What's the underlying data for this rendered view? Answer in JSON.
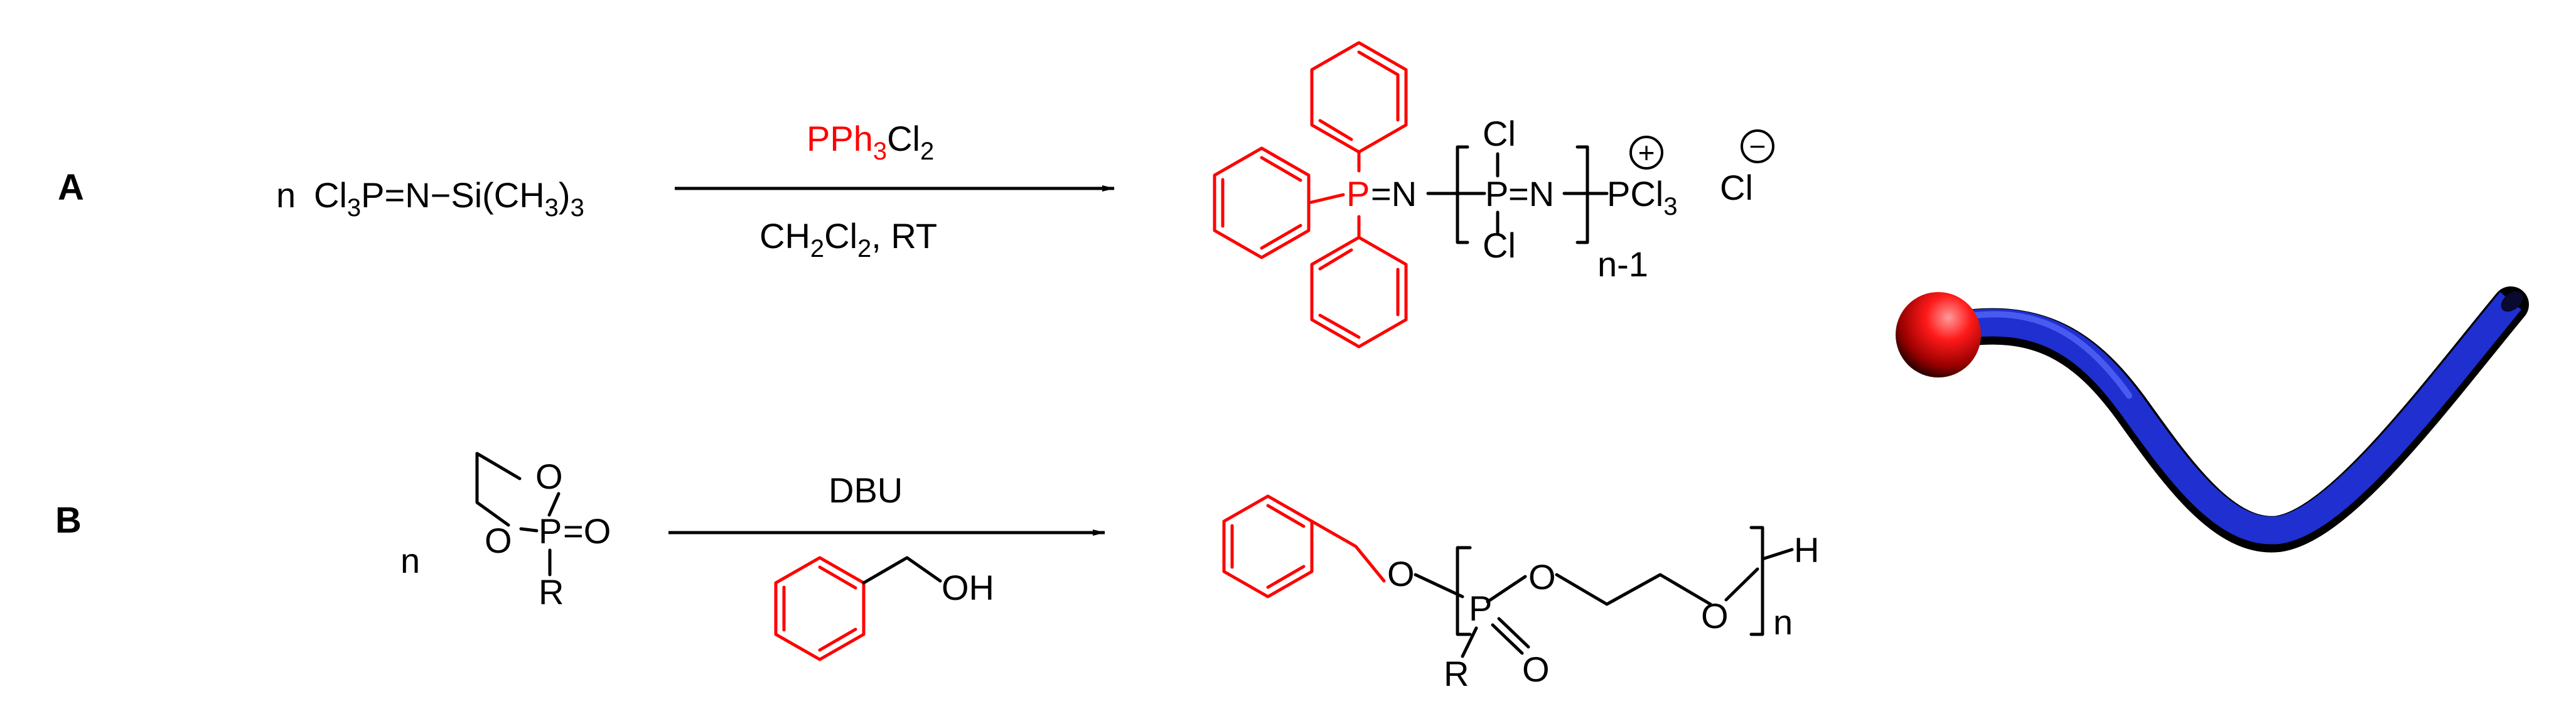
{
  "panels": {
    "a": "A",
    "b": "B"
  },
  "colors": {
    "initiator": "#ff0000",
    "chain": "#1f2fd0",
    "end_group": "#e00000"
  },
  "reaction_a": {
    "coefficient": "n",
    "monomer": {
      "base": "Cl",
      "sub1": "3",
      "mid": "P=N−Si(CH",
      "sub2": "3",
      "end": ")",
      "sub3": "3"
    },
    "reagent": {
      "base": "PPh",
      "sub1": "3",
      "mid": "Cl",
      "sub2": "2"
    },
    "conditions": {
      "base": "CH",
      "sub1": "2",
      "mid": "Cl",
      "sub2": "2",
      "end": ", RT"
    },
    "product": {
      "p_initiator": "P",
      "eq_n": "=N",
      "cl_top": "Cl",
      "cl_bottom": "Cl",
      "p_repeat": "P",
      "eq_n2": "=N",
      "end_group": {
        "base": "PCl",
        "sub": "3"
      },
      "subscript": "n-1",
      "plus": "+",
      "counterion": "Cl",
      "minus": "−"
    }
  },
  "reaction_b": {
    "coefficient": "n",
    "monomer": {
      "o_ring1": "O",
      "o_ring2": "O",
      "p": "P",
      "o_double": "=O",
      "r": "R"
    },
    "reagent": "DBU",
    "initiator": {
      "oh": "OH"
    },
    "product": {
      "o1": "O",
      "p": "P",
      "o2": "O",
      "o3": "O",
      "h": "H",
      "r": "R",
      "o_double": "O",
      "subscript": "n"
    }
  }
}
